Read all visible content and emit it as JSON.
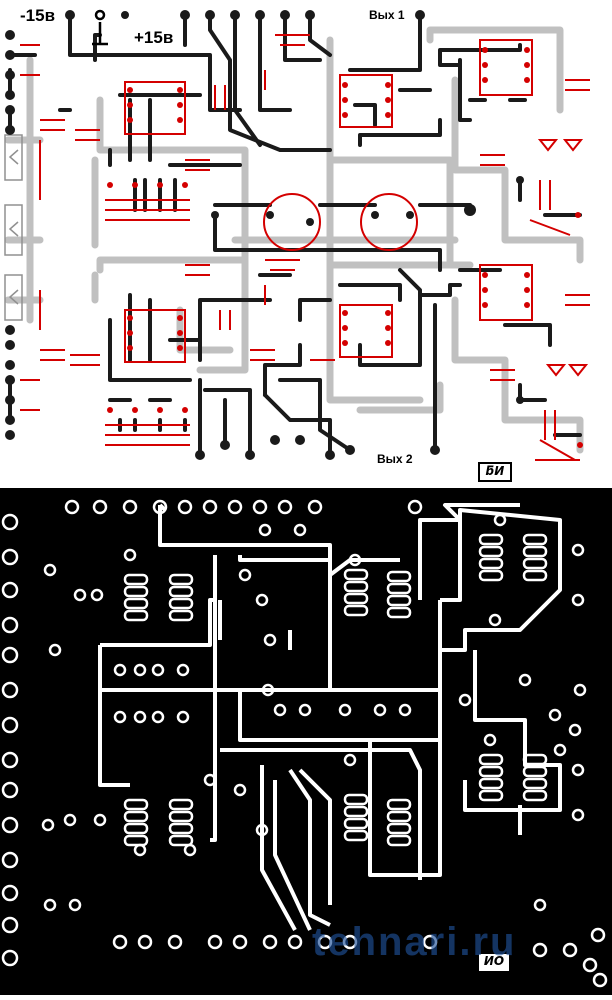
{
  "labels": {
    "supply_negative": "-15в",
    "ground_symbol": "⊥",
    "supply_positive": "+15в",
    "output_1": "Вых 1",
    "output_2": "Вых 2"
  },
  "badges": {
    "top": "ƃИ",
    "bottom": "ИO"
  },
  "watermark": "tehnari.ru",
  "colors": {
    "top_background": "#ffffff",
    "bottom_background": "#000000",
    "trace_dark": "#1a1a1a",
    "trace_gray": "#c0c0c0",
    "component_red": "#d40000",
    "bottom_trace": "#ffffff"
  }
}
